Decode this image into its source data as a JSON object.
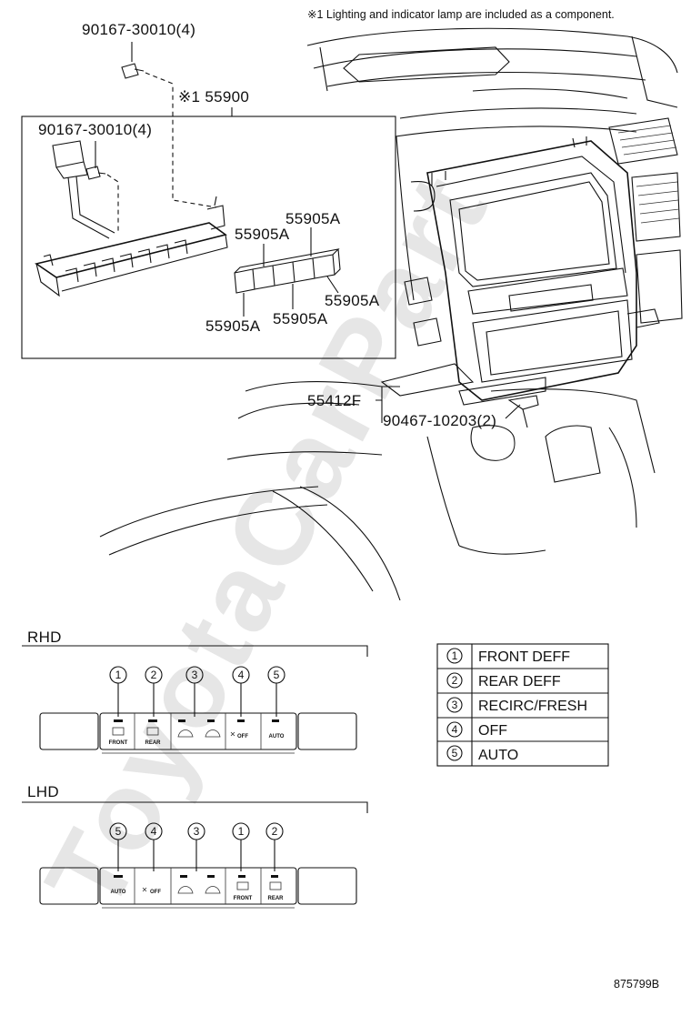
{
  "note": "※1 Lighting and indicator lamp are included as a component.",
  "watermark": "ToyotaCarPart",
  "parts": {
    "screw_top": "90167-30010(4)",
    "assembly": "※1 55900",
    "screw_inner": "90167-30010(4)",
    "knob_a1": "55905A",
    "knob_a2": "55905A",
    "knob_a3": "55905A",
    "knob_a4": "55905A",
    "knob_a5": "55905A",
    "panel": "55412F",
    "clip": "90467-10203(2)"
  },
  "rhd": {
    "title": "RHD",
    "callouts": [
      "1",
      "2",
      "3",
      "4",
      "5"
    ],
    "labels": [
      "FRONT",
      "REAR",
      "",
      "OFF",
      "AUTO"
    ]
  },
  "lhd": {
    "title": "LHD",
    "callouts": [
      "5",
      "4",
      "3",
      "1",
      "2"
    ],
    "labels": [
      "AUTO",
      "OFF",
      "",
      "FRONT",
      "REAR"
    ]
  },
  "legend": [
    {
      "num": "1",
      "label": "FRONT DEFF"
    },
    {
      "num": "2",
      "label": "REAR DEFF"
    },
    {
      "num": "3",
      "label": "RECIRC/FRESH"
    },
    {
      "num": "4",
      "label": "OFF"
    },
    {
      "num": "5",
      "label": "AUTO"
    }
  ],
  "figure_id": "875799B"
}
